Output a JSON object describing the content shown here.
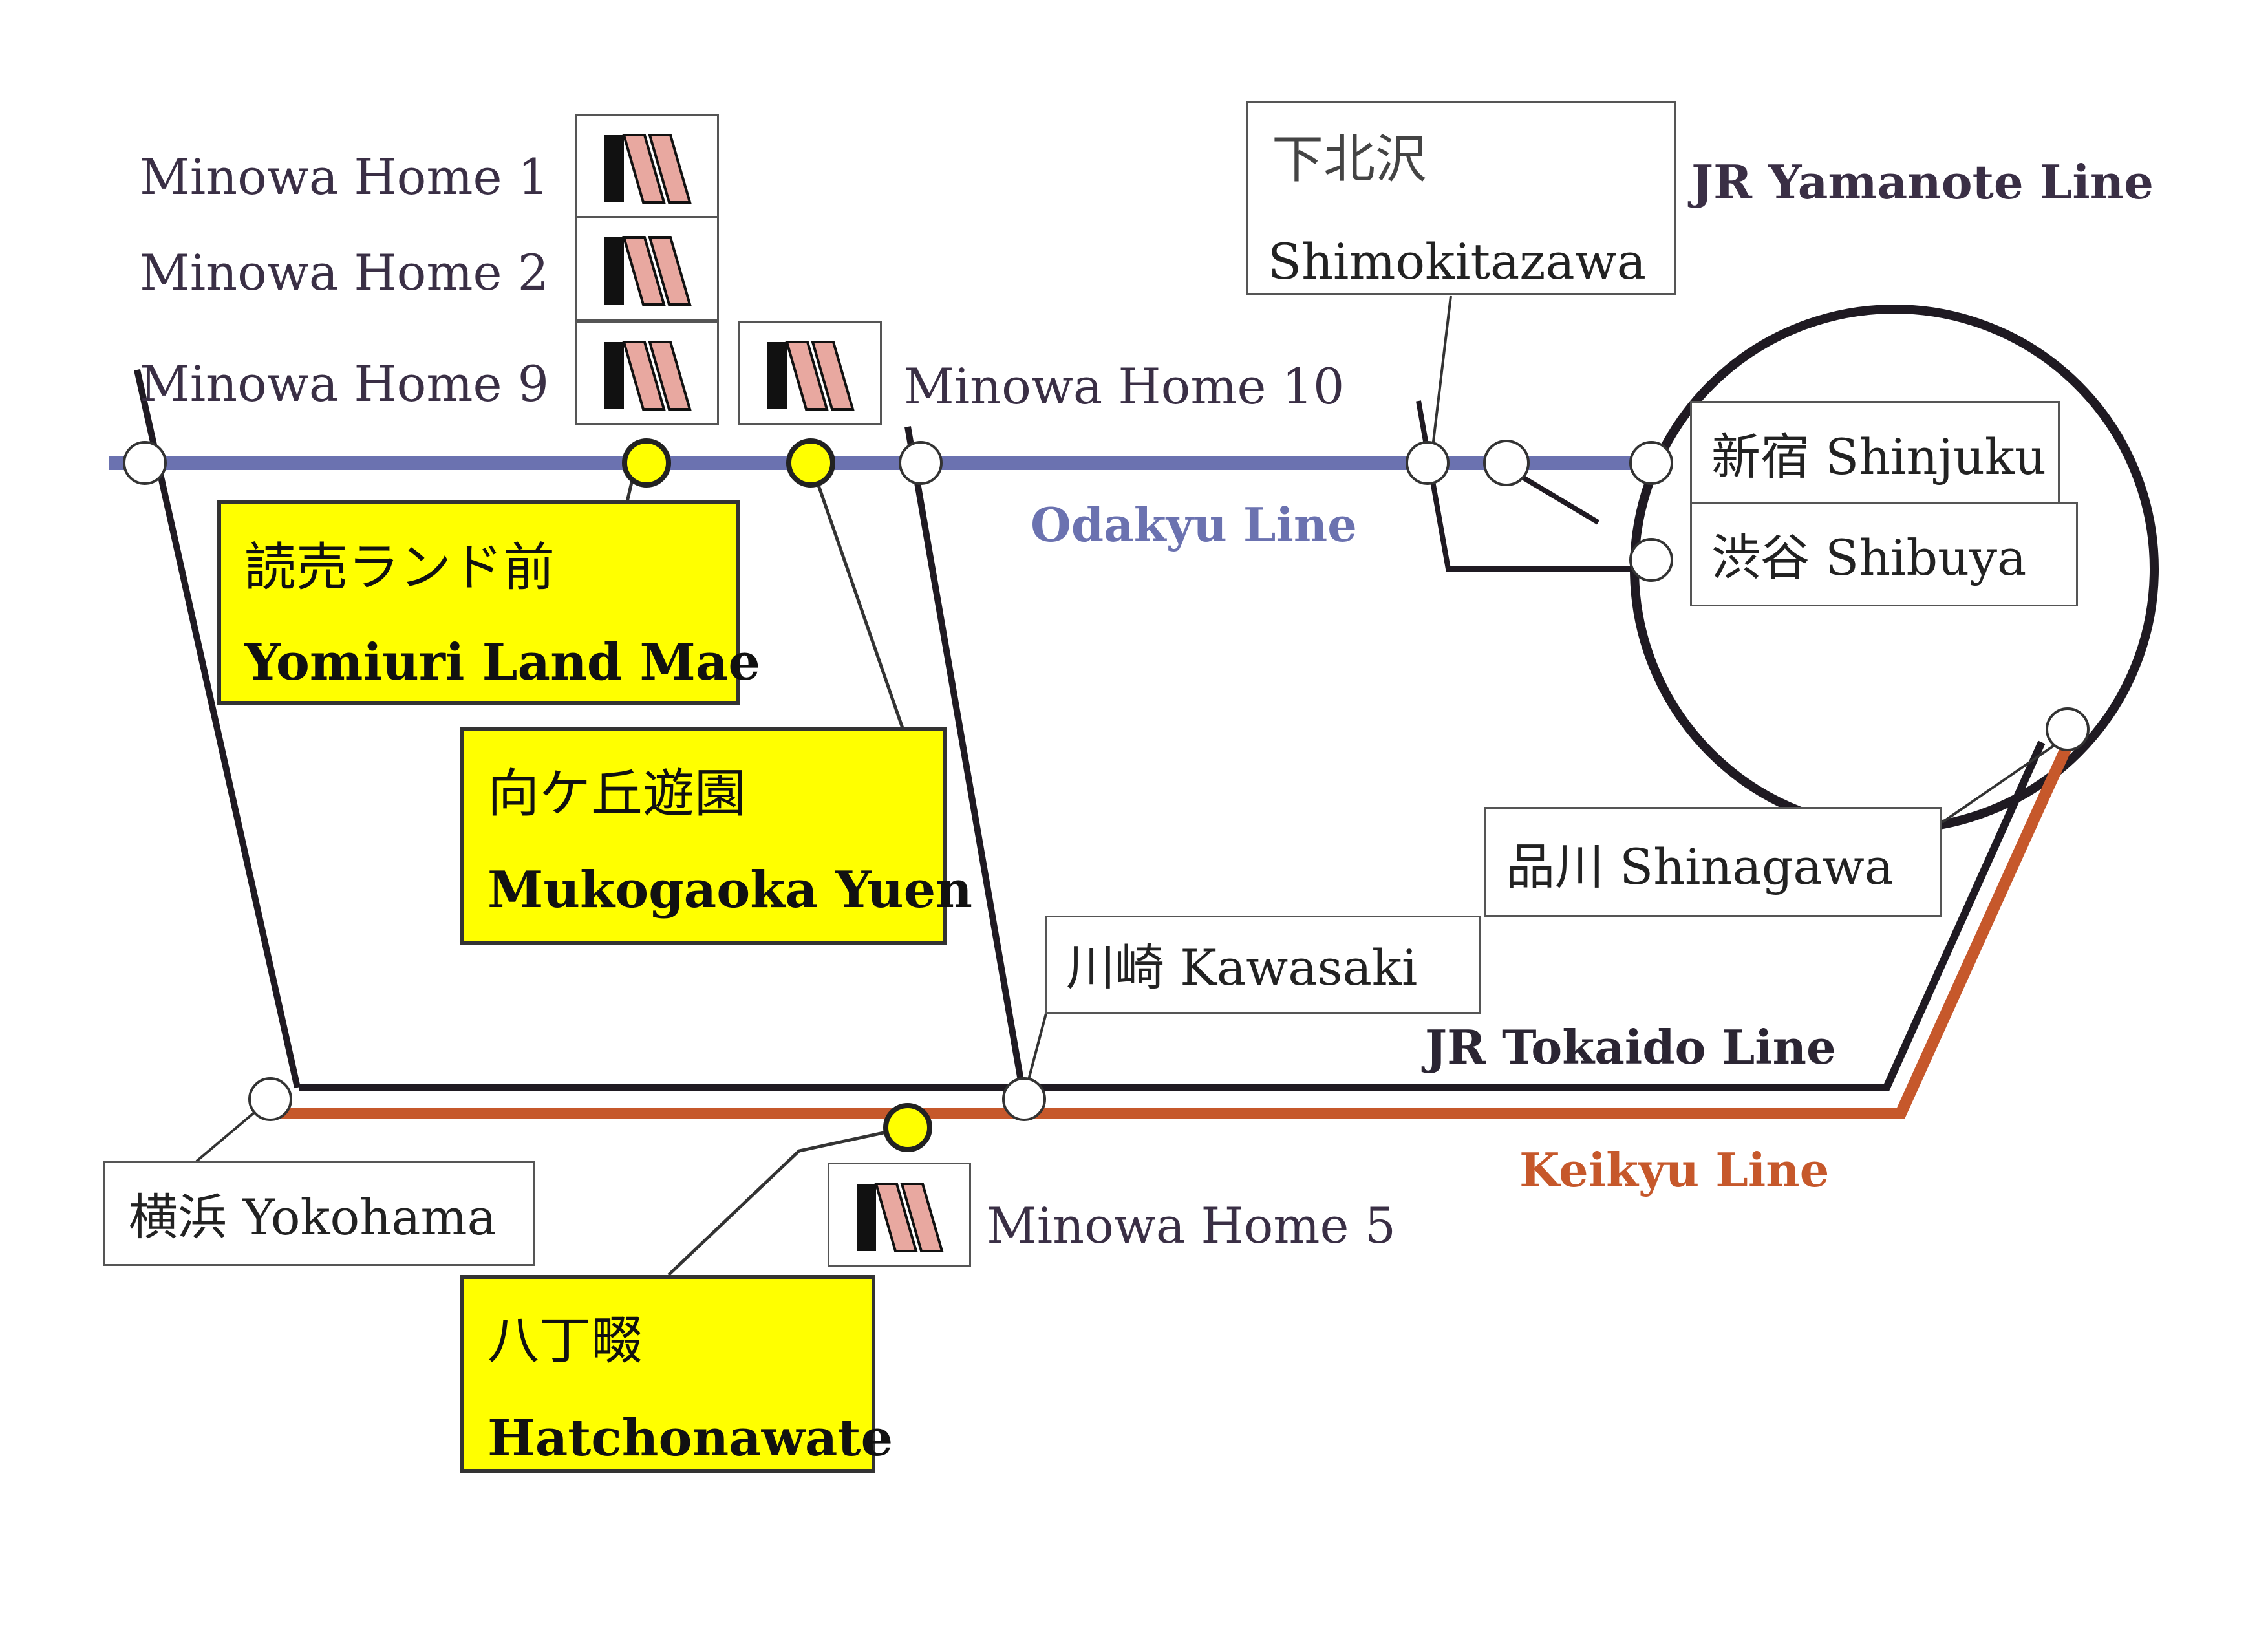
{
  "lines": {
    "yamanote": {
      "label": "JR Yamanote Line",
      "color": "#1f1a22"
    },
    "odakyu": {
      "label": "Odakyu Line",
      "color": "#6b72b0"
    },
    "tokaido": {
      "label": "JR Tokaido Line",
      "color": "#1f1a22"
    },
    "keikyu": {
      "label": "Keikyu Line",
      "color": "#c6582b"
    }
  },
  "homes": {
    "h1": "Minowa Home 1",
    "h2": "Minowa Home 2",
    "h9": "Minowa Home 9",
    "h10": "Minowa Home 10",
    "h5": "Minowa Home 5"
  },
  "stations": {
    "shimokitazawa": {
      "jp": "下北沢",
      "en": "Shimokitazawa"
    },
    "shinjuku": {
      "label": "新宿 Shinjuku"
    },
    "shibuya": {
      "label": "渋谷 Shibuya"
    },
    "shinagawa": {
      "label": "品川 Shinagawa"
    },
    "kawasaki": {
      "label": "川崎  Kawasaki"
    },
    "yokohama": {
      "label": "横浜 Yokohama"
    },
    "yomiuri": {
      "jp": "読売ランド前",
      "en": "Yomiuri Land Mae"
    },
    "mukogaoka": {
      "jp": "向ケ丘遊園",
      "en": "Mukogaoka Yuen"
    },
    "hatchonawate": {
      "jp": "八丁畷",
      "en": "Hatchonawate"
    }
  },
  "colors": {
    "highlight_box": "#ffff00",
    "home_station_dot": "#ffff00",
    "logo_fill": "#e8a8a0",
    "logo_dark": "#111111"
  },
  "icons": {
    "home_logo": "minowa-m-logo-icon"
  }
}
